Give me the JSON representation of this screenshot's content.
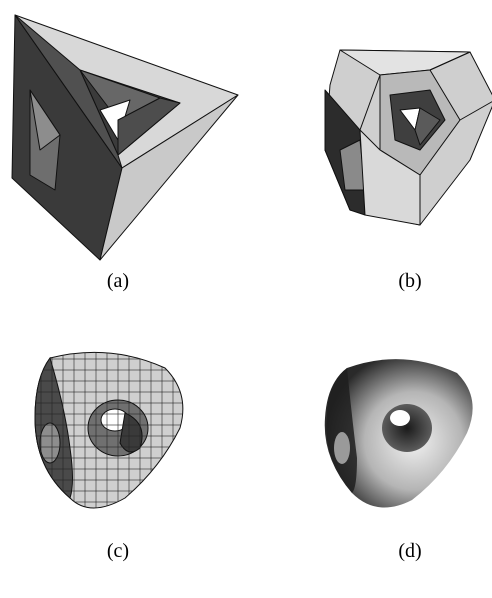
{
  "captions": {
    "a": "(a)",
    "b": "(b)",
    "c": "(c)",
    "d": "(d)"
  },
  "colors": {
    "light": "#d6d6d6",
    "mid": "#a8a8a8",
    "dark": "#4a4a4a",
    "darkest": "#262626",
    "edge": "#111111"
  }
}
